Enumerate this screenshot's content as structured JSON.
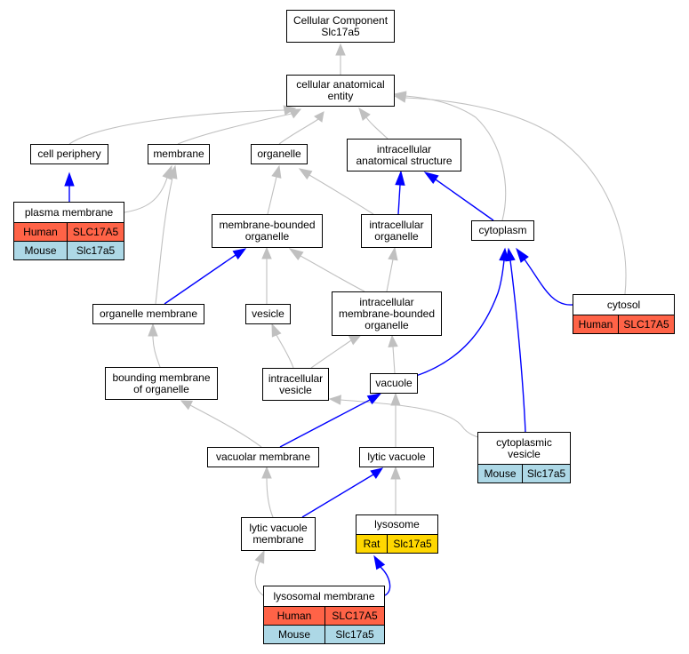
{
  "colors": {
    "gray_edge": "#c0c0c0",
    "blue_edge": "#0000ff",
    "human": "#ff6347",
    "mouse": "#add8e6",
    "rat": "#ffd700"
  },
  "nodes": {
    "root": "Cellular Component\nSlc17a5",
    "cae": "cellular anatomical\nentity",
    "cellperiphery": "cell periphery",
    "membrane": "membrane",
    "organelle": "organelle",
    "intracellular": "intracellular\nanatomical structure",
    "plasma": {
      "title": "plasma membrane",
      "rows": [
        [
          "Human",
          "SLC17A5"
        ],
        [
          "Mouse",
          "Slc17a5"
        ]
      ]
    },
    "mbo": "membrane-bounded\norganelle",
    "intraorg": "intracellular\norganelle",
    "cytoplasm": "cytoplasm",
    "orgmem": "organelle membrane",
    "vesicle": "vesicle",
    "imbo": "intracellular\nmembrane-bounded\norganelle",
    "cytosol": {
      "title": "cytosol",
      "rows": [
        [
          "Human",
          "SLC17A5"
        ]
      ]
    },
    "bmo": "bounding membrane\nof organelle",
    "intraves": "intracellular\nvesicle",
    "vacuole": "vacuole",
    "vacmem": "vacuolar membrane",
    "lytvac": "lytic vacuole",
    "cytves": {
      "title": "cytoplasmic\nvesicle",
      "rows": [
        [
          "Mouse",
          "Slc17a5"
        ]
      ]
    },
    "lvm": "lytic vacuole\nmembrane",
    "lysosome": {
      "title": "lysosome",
      "rows": [
        [
          "Rat",
          "Slc17a5"
        ]
      ]
    },
    "lysmem": {
      "title": "lysosomal membrane",
      "rows": [
        [
          "Human",
          "SLC17A5"
        ],
        [
          "Mouse",
          "Slc17a5"
        ]
      ]
    }
  }
}
